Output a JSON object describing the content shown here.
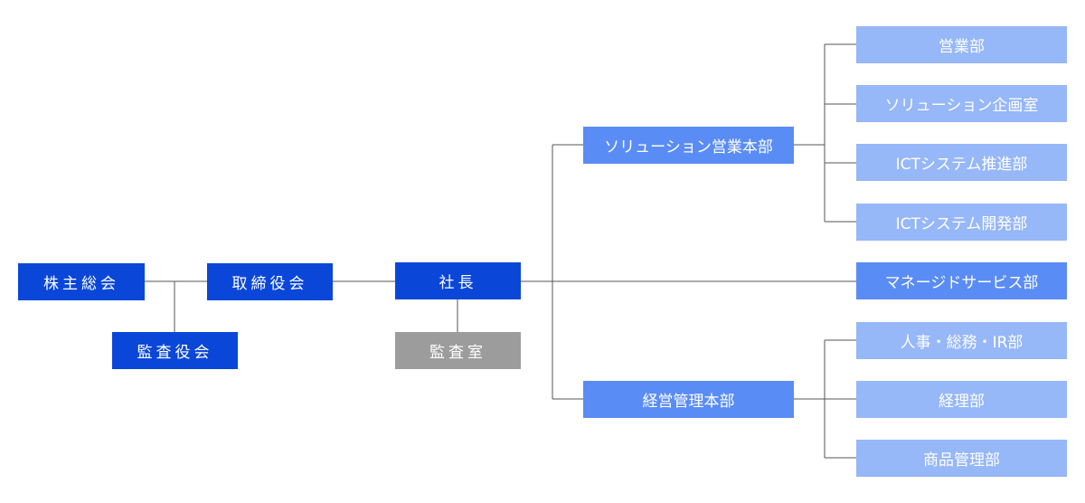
{
  "colors": {
    "primary": "#0a47d8",
    "division": "#5a8cf5",
    "department": "#96b7f8",
    "staff": "#9c9c9c",
    "line": "#555555"
  },
  "nodes": {
    "shareholders": "株主総会",
    "auditors": "監査役会",
    "board": "取締役会",
    "president": "社長",
    "audit_office": "監査室",
    "solution_sales_division": "ソリューション営業本部",
    "management_division": "経営管理本部",
    "departments": {
      "sales": "営業部",
      "solution_planning": "ソリューション企画室",
      "ict_promotion": "ICTシステム推進部",
      "ict_development": "ICTシステム開発部",
      "managed_services": "マネージドサービス部",
      "hr_general_ir": "人事・総務・IR部",
      "accounting": "経理部",
      "product_management": "商品管理部"
    }
  }
}
